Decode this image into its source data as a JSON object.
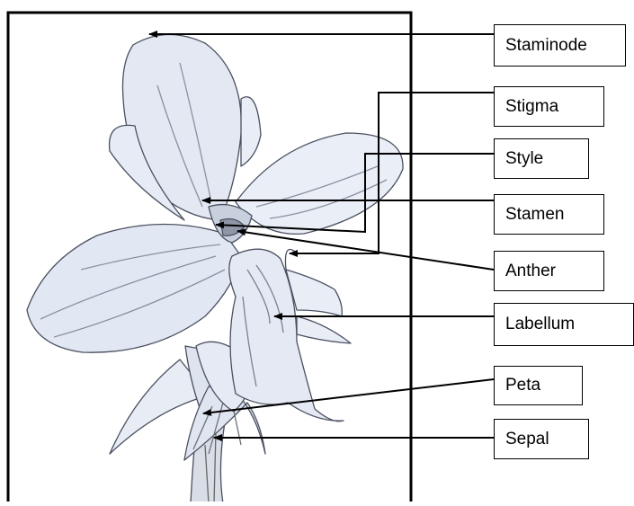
{
  "diagram": {
    "labels": {
      "staminode": "Staminode",
      "stigma": "Stigma",
      "style": "Style",
      "stamen": "Stamen",
      "anther": "Anther",
      "labellum": "Labellum",
      "petal": "Peta",
      "sepal": "Sepal"
    }
  }
}
